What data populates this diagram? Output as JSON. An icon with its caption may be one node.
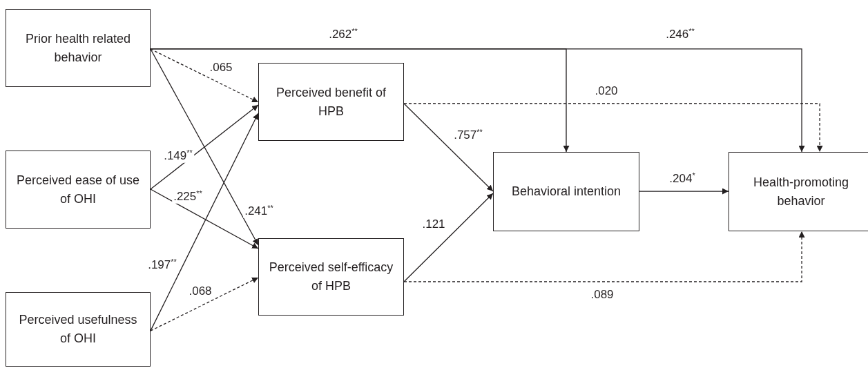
{
  "diagram": {
    "nodes": [
      {
        "text": [
          "Prior health related behavior"
        ]
      },
      {
        "text": [
          "Perceived ease of use of OHI"
        ]
      },
      {
        "text": [
          "Perceived usefulness of OHI"
        ]
      },
      {
        "text": [
          "Perceived benefit of HPB"
        ]
      },
      {
        "text": [
          "Perceived self-efficacy of HPB"
        ]
      },
      {
        "text": [
          "Behavioral intention"
        ]
      },
      {
        "text": [
          "Health-promoting behavior"
        ]
      }
    ],
    "edges": [
      {
        "from": 0,
        "to": 5,
        "arrow": "to",
        "label": ".262$^{**}$"
      },
      {
        "from": 0,
        "to": 6,
        "arrow": "to",
        "label": ".246$^{**}$"
      },
      {
        "from": 0,
        "to": 3,
        "arrow": "to",
        "label": ".065",
        "style": "dashed"
      },
      {
        "from": 0,
        "to": 4,
        "arrow": "to",
        "label": ".241$^{**}$"
      },
      {
        "from": 1,
        "to": 3,
        "arrow": "to",
        "label": ".149$^{**}$"
      },
      {
        "from": 1,
        "to": 4,
        "arrow": "to",
        "label": ".225$^{**}$"
      },
      {
        "from": 2,
        "to": 3,
        "arrow": "to",
        "label": ".197$^{**}$"
      },
      {
        "from": 2,
        "to": 4,
        "arrow": "to",
        "label": ".068",
        "style": "dashed"
      },
      {
        "from": 3,
        "to": 5,
        "arrow": "to",
        "label": ".757$^{**}$"
      },
      {
        "from": 4,
        "to": 5,
        "arrow": "to",
        "label": ".121"
      },
      {
        "from": 5,
        "to": 6,
        "arrow": "to",
        "label": ".204$^{*}$"
      },
      {
        "from": 3,
        "to": 6,
        "arrow": "to",
        "label": ".020",
        "style": "dashed"
      },
      {
        "from": 4,
        "to": 6,
        "arrow": "to",
        "label": ".089",
        "style": "dashed"
      }
    ]
  }
}
